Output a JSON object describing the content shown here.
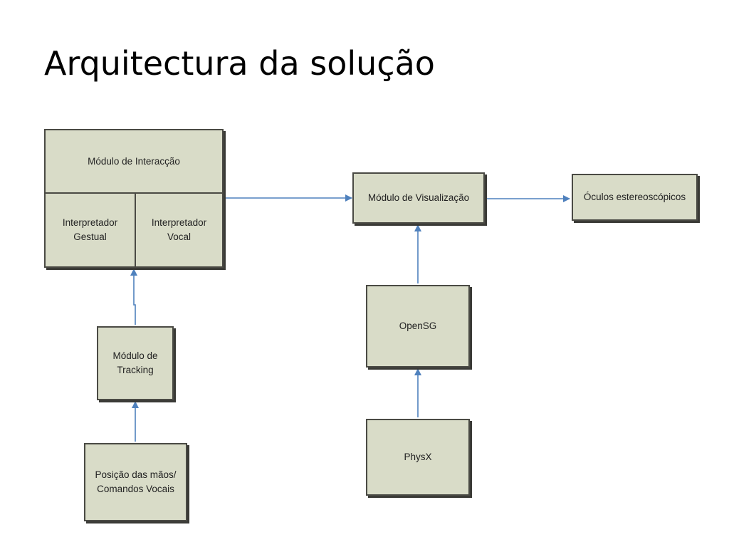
{
  "title": "Arquitectura da solução",
  "diagram": {
    "interaction_module": {
      "label": "Módulo de Interacção",
      "gestural": "Interpretador\nGestual",
      "vocal": "Interpretador\nVocal"
    },
    "tracking": "Módulo de\nTracking",
    "input": "Posição das mãos/\nComandos Vocais",
    "visualization": "Módulo de Visualização",
    "glasses": "Óculos estereoscópicos",
    "opensg": "OpenSG",
    "physx": "PhysX",
    "connections": [
      {
        "from": "Módulo de Interacção",
        "to": "Módulo de Visualização"
      },
      {
        "from": "Módulo de Visualização",
        "to": "Óculos estereoscópicos"
      },
      {
        "from": "Módulo de Tracking",
        "to": "Módulo de Interacção"
      },
      {
        "from": "Posição das mãos/ Comandos Vocais",
        "to": "Módulo de Tracking"
      },
      {
        "from": "OpenSG",
        "to": "Módulo de Visualização"
      },
      {
        "from": "PhysX",
        "to": "OpenSG"
      }
    ],
    "colors": {
      "box_fill": "#d9dcc8",
      "border": "#4a4a44",
      "arrow": "#4f81bd"
    }
  }
}
